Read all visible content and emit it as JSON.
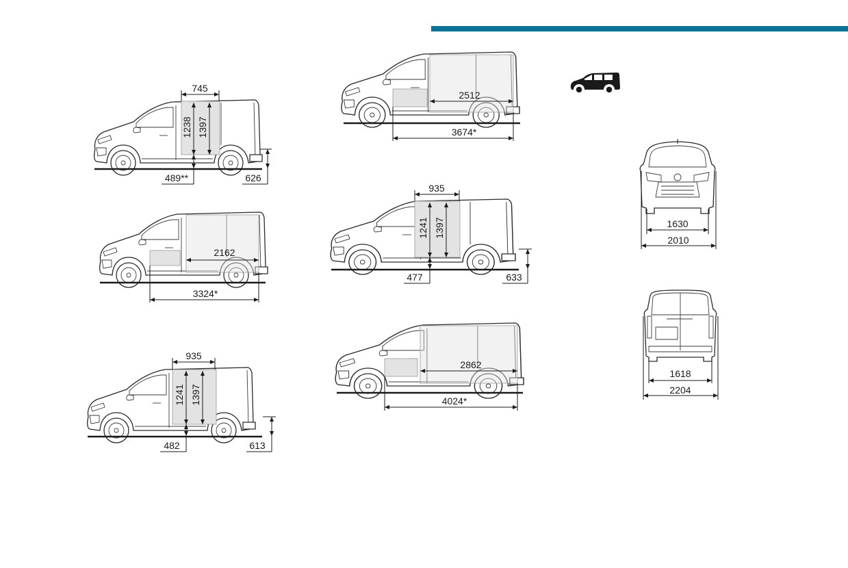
{
  "accent_color": "#0a7396",
  "icon": "van-silhouette-icon",
  "views": {
    "van1": {
      "door_width": "745",
      "height_a": "1238",
      "height_b": "1397",
      "step": "489**",
      "sill": "626"
    },
    "van2": {
      "floor_length": "2162",
      "total_length": "3324*"
    },
    "van3": {
      "door_width": "935",
      "height_a": "1241",
      "height_b": "1397",
      "step": "482",
      "sill": "613"
    },
    "van4": {
      "floor_length": "2512",
      "total_length": "3674*"
    },
    "van5": {
      "door_width": "935",
      "height_a": "1241",
      "height_b": "1397",
      "step": "477",
      "sill": "633"
    },
    "van6": {
      "floor_length": "2862",
      "total_length": "4024*"
    },
    "front": {
      "inner_width": "1630",
      "outer_width": "2010"
    },
    "rear": {
      "inner_width": "1618",
      "outer_width": "2204"
    }
  }
}
